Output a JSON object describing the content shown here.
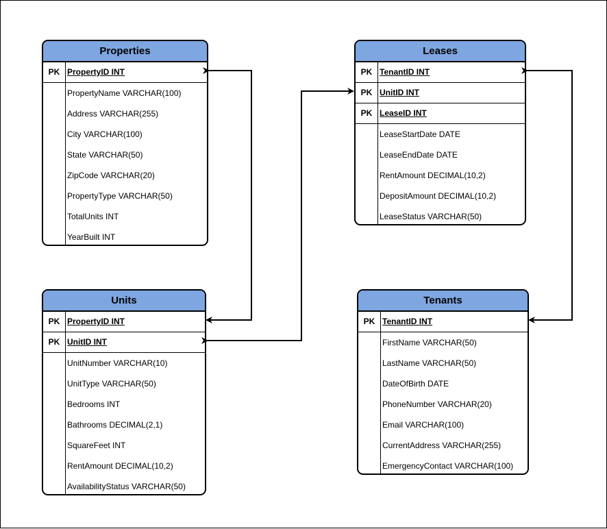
{
  "entities": {
    "properties": {
      "title": "Properties",
      "pk_label": "PK",
      "pk_fields": [
        "PropertyID INT"
      ],
      "fields": [
        "PropertyName VARCHAR(100)",
        "Address VARCHAR(255)",
        "City VARCHAR(100)",
        "State VARCHAR(50)",
        "ZipCode VARCHAR(20)",
        "PropertyType VARCHAR(50)",
        "TotalUnits INT",
        "YearBuilt INT"
      ]
    },
    "leases": {
      "title": "Leases",
      "pk_label": "PK",
      "pk_fields": [
        "TenantID INT",
        "UnitID INT",
        "LeaseID INT"
      ],
      "fields": [
        "LeaseStartDate DATE",
        "LeaseEndDate DATE",
        "RentAmount DECIMAL(10,2)",
        "DepositAmount DECIMAL(10,2)",
        "LeaseStatus VARCHAR(50)"
      ]
    },
    "units": {
      "title": "Units",
      "pk_label": "PK",
      "pk_fields": [
        "PropertyID INT",
        "UnitID INT"
      ],
      "fields": [
        "UnitNumber VARCHAR(10)",
        "UnitType VARCHAR(50)",
        "Bedrooms INT",
        "Bathrooms DECIMAL(2,1)",
        "SquareFeet INT",
        "RentAmount DECIMAL(10,2)",
        "AvailabilityStatus VARCHAR(50)"
      ]
    },
    "tenants": {
      "title": "Tenants",
      "pk_label": "PK",
      "pk_fields": [
        "TenantID INT"
      ],
      "fields": [
        "FirstName VARCHAR(50)",
        "LastName VARCHAR(50)",
        "DateOfBirth DATE",
        "PhoneNumber VARCHAR(20)",
        "Email VARCHAR(100)",
        "CurrentAddress VARCHAR(255)",
        "EmergencyContact VARCHAR(100)"
      ]
    }
  },
  "colors": {
    "header_fill": "#7EA6E0",
    "line": "#000000"
  }
}
